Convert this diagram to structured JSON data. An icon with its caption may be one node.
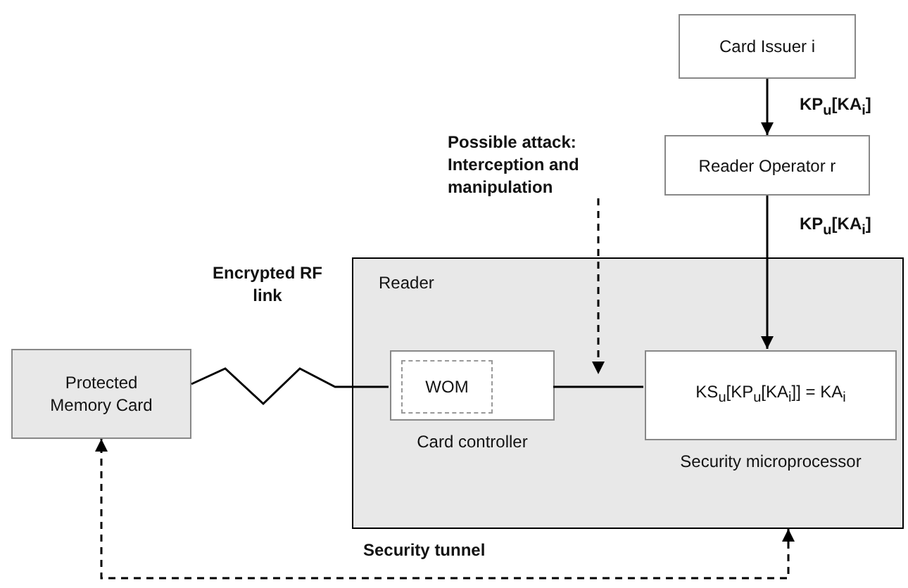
{
  "diagram": {
    "nodes": [
      {
        "text": [
          "Card Issuer i"
        ]
      },
      {
        "text": [
          "Reader Operator r"
        ]
      },
      {
        "text": [
          "Reader"
        ]
      },
      {
        "text": [
          "Protected Memory Card"
        ]
      },
      {
        "text": [
          "Card controller"
        ],
        "in": 2
      },
      {
        "text": [
          "WOM"
        ],
        "in": 4
      },
      {
        "text": [
          "KS$_{u}$[KP$_{u}$[KA$_{i}$]] = KA$_{i}$",
          "Security microprocessor"
        ],
        "in": 2
      },
      {
        "text": [
          "Possible attack: Interception and manipulation"
        ]
      }
    ],
    "edges": [
      {
        "from": 0,
        "to": 1,
        "arrow": "to",
        "label": "KP$_{u}$[KA$_{i}$]"
      },
      {
        "from": 1,
        "to": 6,
        "arrow": "to",
        "label": "KP$_{u}$[KA$_{i}$]"
      },
      {
        "from": 3,
        "to": 4,
        "arrow": "none",
        "label": "Encrypted RF link"
      },
      {
        "from": 4,
        "to": 6,
        "arrow": "none"
      },
      {
        "from": 7,
        "to": null,
        "arrow": "to",
        "style": "dashed"
      },
      {
        "from": 2,
        "to": 3,
        "arrow": "both",
        "style": "dashed",
        "label": "Security tunnel"
      }
    ]
  }
}
